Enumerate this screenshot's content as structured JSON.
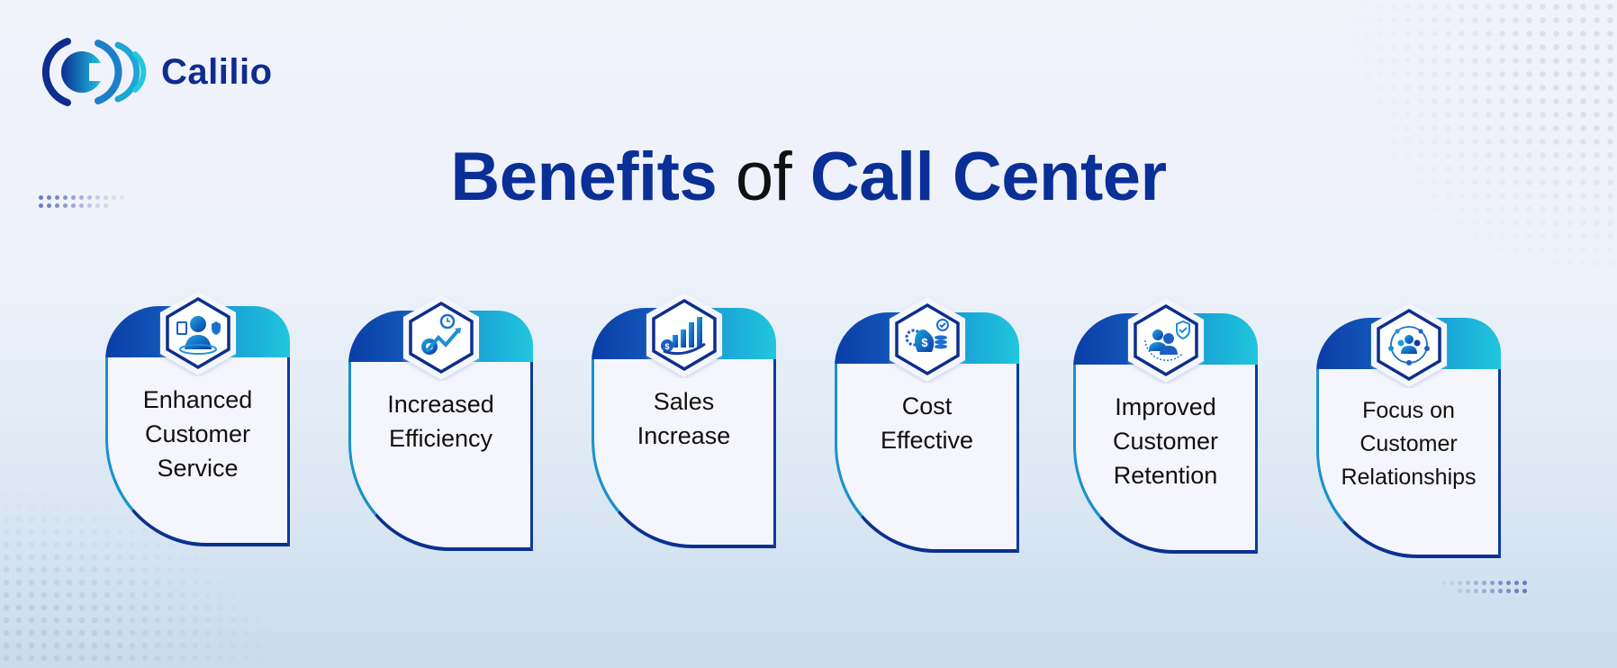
{
  "brand": {
    "name": "Calilio",
    "primary_color": "#0f2d8f",
    "accent_color": "#1ec4dc"
  },
  "title": {
    "part1": "Benefits",
    "part2": "of",
    "part3": "Call Center",
    "color": "#0a2f96"
  },
  "cards": [
    {
      "label": "Enhanced Customer Service",
      "lines": [
        "Enhanced",
        "Customer",
        "Service"
      ],
      "icon": "customer-support-agent-icon"
    },
    {
      "label": "Increased Efficiency",
      "lines": [
        "Increased",
        "Efficiency"
      ],
      "icon": "efficiency-gear-clock-icon"
    },
    {
      "label": "Sales Increase",
      "lines": [
        "Sales",
        "Increase"
      ],
      "icon": "sales-growth-chart-icon"
    },
    {
      "label": "Cost Effective",
      "lines": [
        "Cost",
        "Effective"
      ],
      "icon": "money-bag-savings-icon"
    },
    {
      "label": "Improved Customer Retention",
      "lines": [
        "Improved",
        "Customer",
        "Retention"
      ],
      "icon": "customer-retention-shield-icon"
    },
    {
      "label": "Focus on Customer Relationships",
      "lines": [
        "Focus on",
        "Customer",
        "Relationships"
      ],
      "icon": "customer-network-icon"
    }
  ]
}
